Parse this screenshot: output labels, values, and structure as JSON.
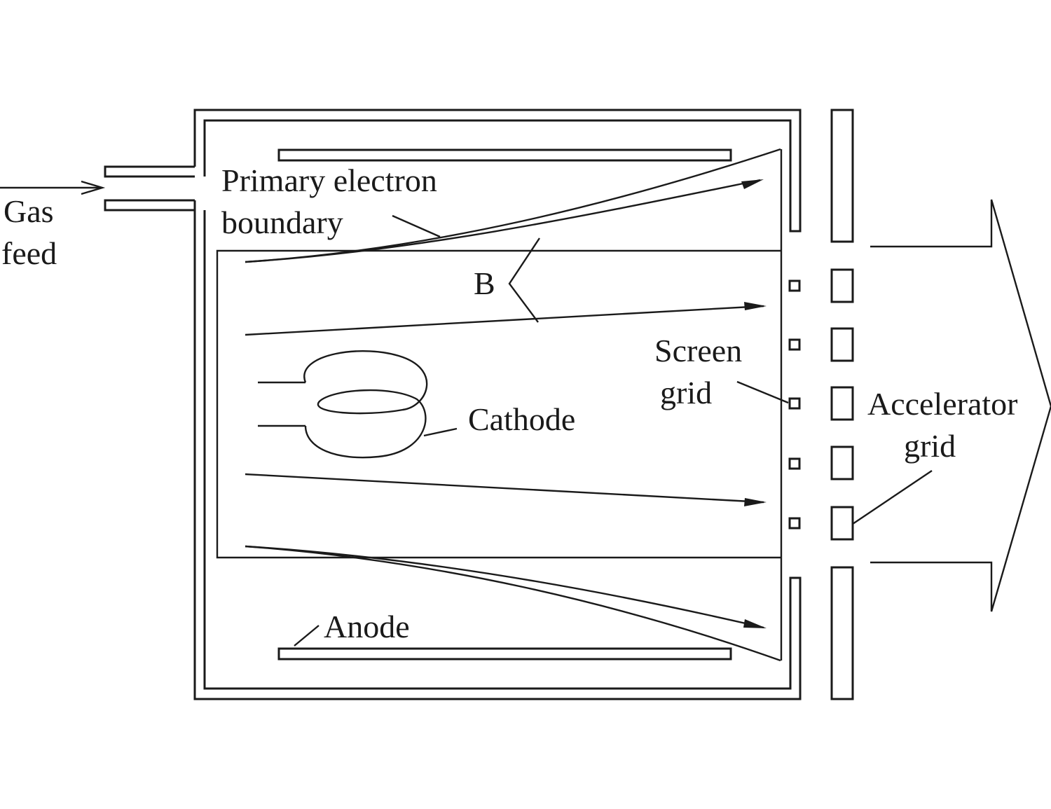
{
  "labels": {
    "gas_feed_line1": "Gas",
    "gas_feed_line2": "feed",
    "primary_boundary_line1": "Primary electron",
    "primary_boundary_line2": "boundary",
    "magnetic_field": "B",
    "cathode": "Cathode",
    "screen_grid_line1": "Screen",
    "screen_grid_line2": "grid",
    "accelerator_grid_line1": "Accelerator",
    "accelerator_grid_line2": "grid",
    "anode": "Anode"
  },
  "colors": {
    "line": "#1a1a1a",
    "background": "#ffffff"
  }
}
